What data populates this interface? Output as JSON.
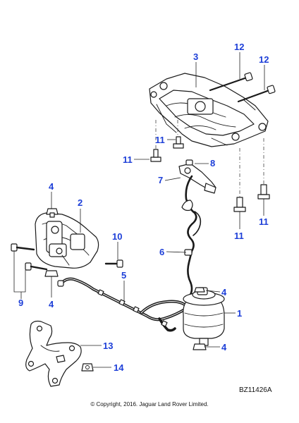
{
  "callouts": {
    "c1": "1",
    "c2": "2",
    "c3": "3",
    "c4a": "4",
    "c4b": "4",
    "c4c": "4",
    "c4d": "4",
    "c5": "5",
    "c6": "6",
    "c7": "7",
    "c8": "8",
    "c9": "9",
    "c10": "10",
    "c11a": "11",
    "c11b": "11",
    "c11c": "11",
    "c11d": "11",
    "c12a": "12",
    "c12b": "12",
    "c13": "13",
    "c14": "14"
  },
  "reference_code": "BZ11426A",
  "copyright": "© Copyright, 2016. Jaguar Land Rover Limited.",
  "colors": {
    "callout": "#1d3fd8",
    "line": "#1a1a1a"
  }
}
